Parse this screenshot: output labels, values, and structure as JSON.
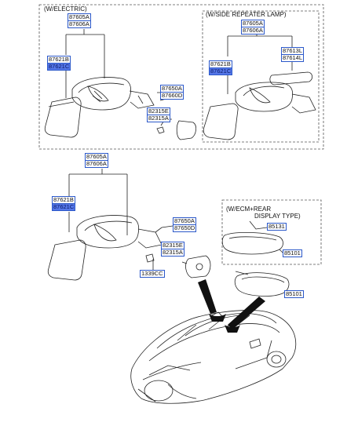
{
  "captions": {
    "electric": "(W/ELECTRIC)",
    "repeater": "(W/SIDE REPEATER LAMP)",
    "ecm_line1": "(W/ECM+REAR",
    "ecm_line2": "DISPLAY TYPE)"
  },
  "callouts": {
    "a_87605A": "87605A",
    "a_87606A": "87606A",
    "a_87621B": "87621B",
    "a_87621C": "87621C",
    "a_87650A": "87650A",
    "a_87660D": "87660D",
    "a_82315E": "82315E",
    "a_82315A": "82315A",
    "b_87605A": "87605A",
    "b_87606A": "87606A",
    "b_87621B": "87621B",
    "b_87621C": "87621C",
    "b_87613L": "87613L",
    "b_87614L": "87614L",
    "c_87605A": "87605A",
    "c_87606A": "87606A",
    "c_87621B": "87621B",
    "c_87621C": "87621C",
    "c_87650A": "87650A",
    "c_87650D": "87650D",
    "c_82315E": "82315E",
    "c_82315A": "82315A",
    "c_1339CC": "1339CC",
    "d_85131": "85131",
    "d_85101": "85101",
    "e_85101": "85101"
  },
  "colors": {
    "callout_border": "#2b58c9",
    "callout_highlight": "#5577e8",
    "line": "#222222",
    "dashed_frame": "#555555"
  }
}
